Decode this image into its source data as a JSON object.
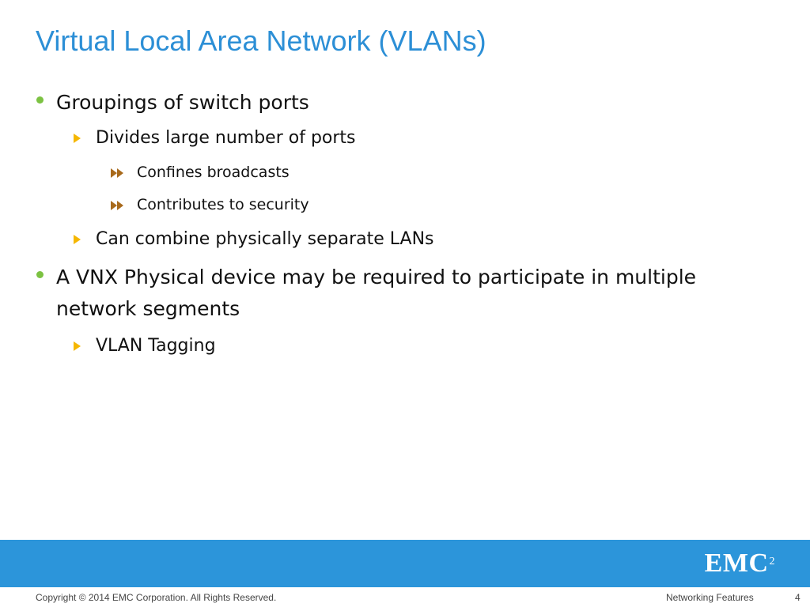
{
  "slide": {
    "title": "Virtual Local Area Network (VLANs)",
    "bullets": [
      {
        "level": 1,
        "marker": "green-dot",
        "lines": [
          "Groupings of switch ports"
        ]
      },
      {
        "level": 2,
        "marker": "yellow-triangle",
        "lines": [
          "Divides large number of ports"
        ]
      },
      {
        "level": 3,
        "marker": "brown-double-triangle",
        "lines": [
          "Confines broadcasts"
        ]
      },
      {
        "level": 3,
        "marker": "brown-double-triangle",
        "lines": [
          "Contributes to security"
        ]
      },
      {
        "level": 2,
        "marker": "yellow-triangle",
        "lines": [
          "Can combine physically separate LANs"
        ]
      },
      {
        "level": 1,
        "marker": "green-dot",
        "lines": [
          "A VNX Physical device may be required to participate in multiple",
          "network segments"
        ]
      },
      {
        "level": 2,
        "marker": "yellow-triangle",
        "lines": [
          "VLAN Tagging"
        ]
      }
    ]
  },
  "footer": {
    "logo_text": "EMC",
    "logo_superscript": "2",
    "copyright": "Copyright © 2014 EMC Corporation. All Rights Reserved.",
    "section": "Networking Features",
    "page_number": "4"
  },
  "colors": {
    "title": "#2c8fd6",
    "band": "#2c95da",
    "level1_marker": "#7cc242",
    "level2_marker": "#f5b700",
    "level3_marker": "#a86a1c"
  }
}
